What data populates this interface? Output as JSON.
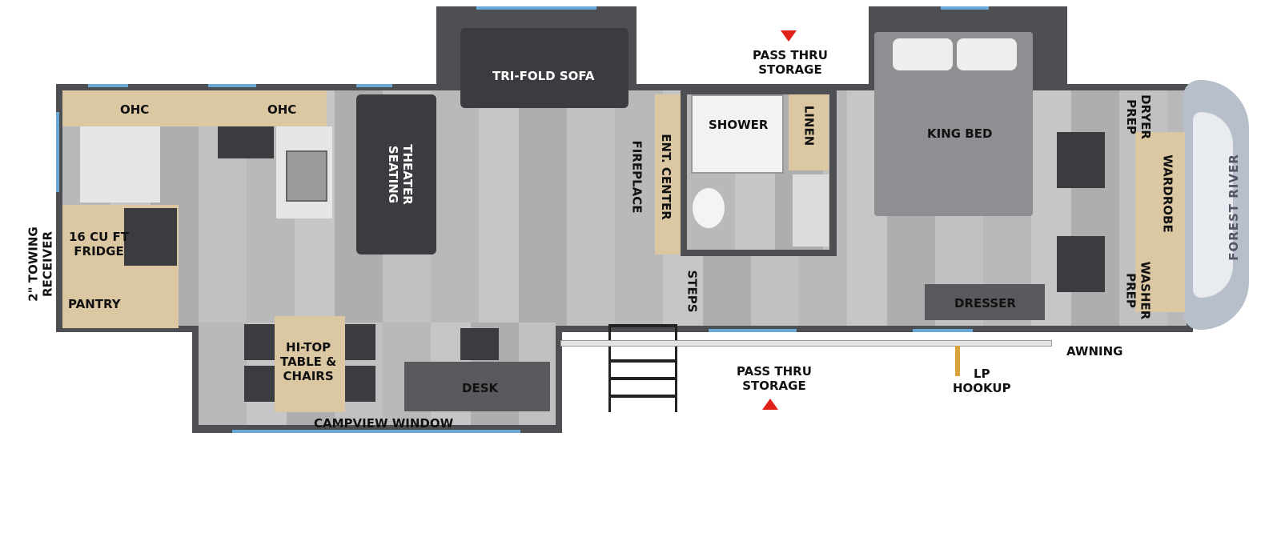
{
  "labels": {
    "ohc_left": "OHC",
    "ohc_right": "OHC",
    "tri_fold_sofa": "TRI-FOLD SOFA",
    "pass_thru_storage_top": "PASS THRU\nSTORAGE",
    "shower": "SHOWER",
    "linen": "LINEN",
    "king_bed": "KING BED",
    "dryer_prep": "DRYER\nPREP",
    "wardrobe": "WARDROBE",
    "washer_prep": "WASHER\nPREP",
    "dresser": "DRESSER",
    "awning": "AWNING",
    "lp_hookup": "LP\nHOOKUP",
    "pass_thru_storage_bottom": "PASS THRU\nSTORAGE",
    "desk": "DESK",
    "campview_window": "CAMPVIEW WINDOW",
    "hi_top_table": "HI-TOP\nTABLE &\nCHAIRS",
    "pantry": "PANTRY",
    "fridge": "16 CU FT\nFRIDGE",
    "towing_receiver": "2\" TOWING\nRECEIVER",
    "theater_seating": "THEATER\nSEATING",
    "fireplace": "FIREPLACE",
    "ent_center": "ENT. CENTER",
    "steps": "STEPS"
  },
  "brand": "FOREST RIVER",
  "colors": {
    "wall": "#4d4f52",
    "furniture": "#3b3c40",
    "wood": "#dcc7a3",
    "window": "#6aa8d8",
    "marker": "#e0221b",
    "bed": "#8f8f93"
  }
}
